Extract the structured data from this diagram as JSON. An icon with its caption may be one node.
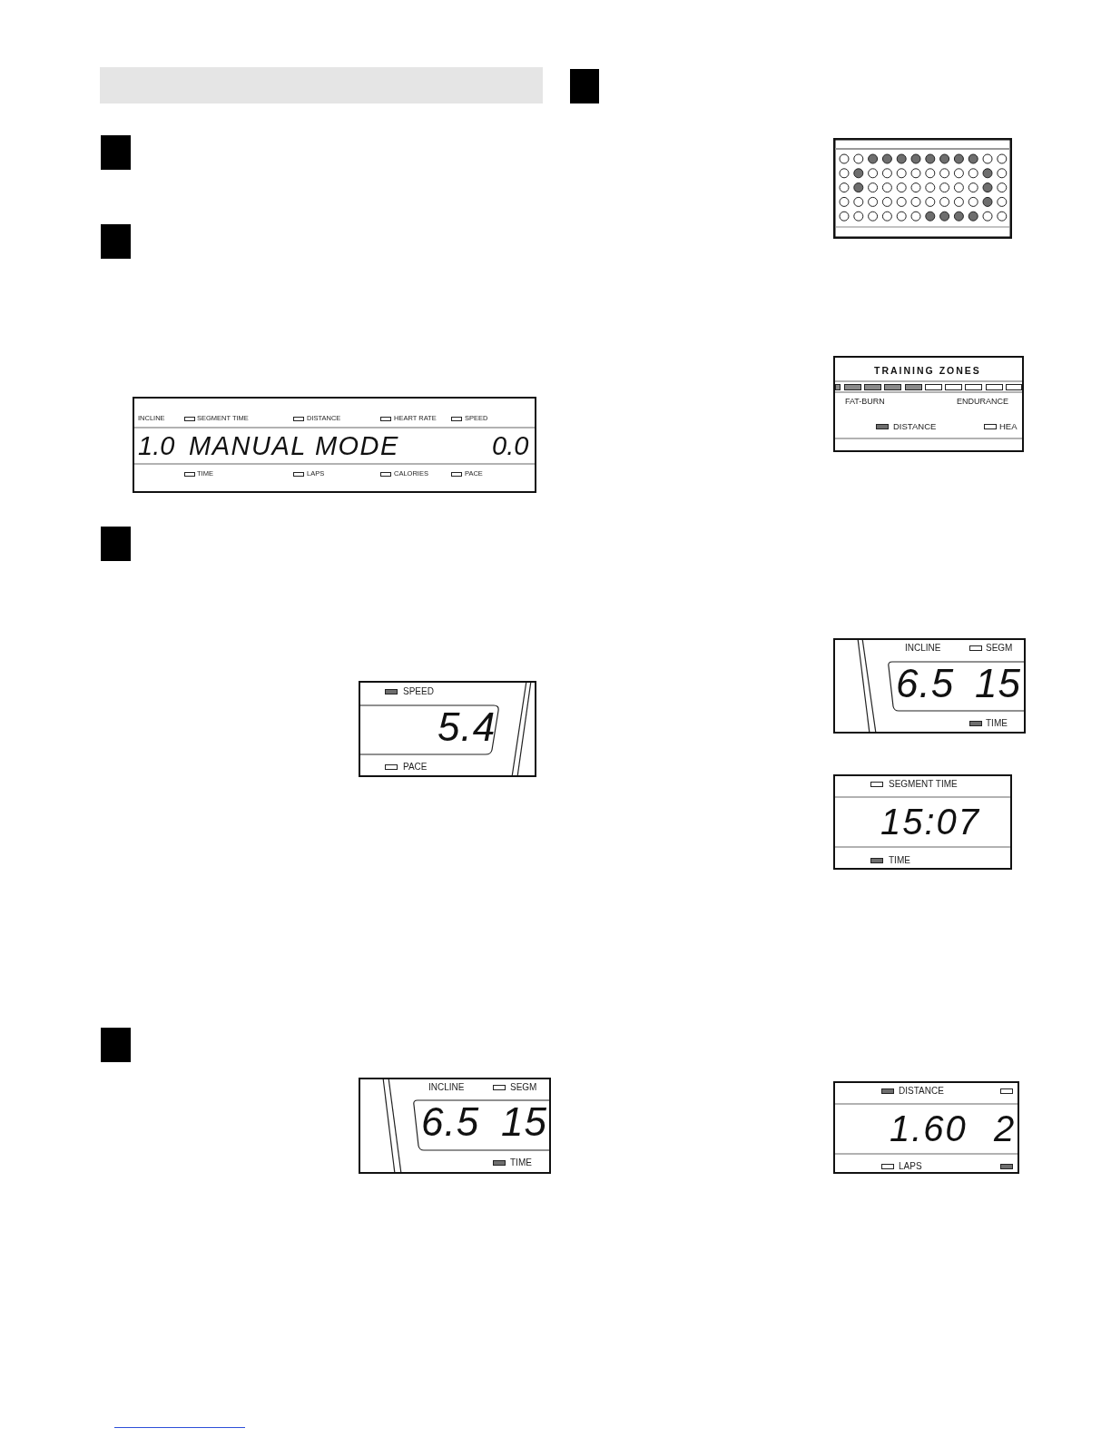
{
  "diagram": {
    "nodes": [
      {
        "text": [
          "INCLINE",
          "SEGMENT TIME",
          "DISTANCE",
          "HEART RATE",
          "SPEED",
          "1.0",
          "MANUAL MODE",
          "0.0",
          "TIME",
          "LAPS",
          "CALORIES",
          "PACE"
        ]
      },
      {
        "text": [
          "SPEED",
          "5.4",
          "PACE"
        ]
      },
      {
        "text": [
          "INCLINE",
          "SEGM",
          "6.5",
          "15",
          "TIME"
        ]
      },
      {
        "text": [
          "TRAINING ZONES",
          "FAT-BURN",
          "ENDURANCE",
          "DISTANCE",
          "HEA"
        ]
      },
      {
        "text": [
          "INCLINE",
          "SEGM",
          "6.5",
          "15",
          "TIME"
        ]
      },
      {
        "text": [
          "SEGMENT TIME",
          "15:07",
          "TIME"
        ]
      },
      {
        "text": [
          "DISTANCE",
          "1.60",
          "2",
          "LAPS"
        ]
      }
    ]
  }
}
